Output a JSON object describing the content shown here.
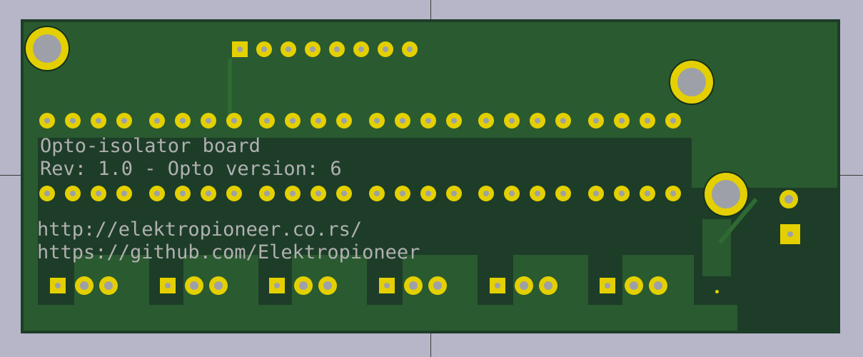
{
  "board": {
    "title": "Opto-isolator board",
    "revision": "Rev: 1.0 - Opto version: 6",
    "url1": "http://elektropioneer.co.rs/",
    "url2": "https://github.com/Elektropioneer"
  },
  "colors": {
    "background": "#b6b6c8",
    "substrate": "#1d3d28",
    "copper_fill": "#2a5a30",
    "pad": "#e4d000",
    "silkscreen": "#b0b0b0"
  }
}
